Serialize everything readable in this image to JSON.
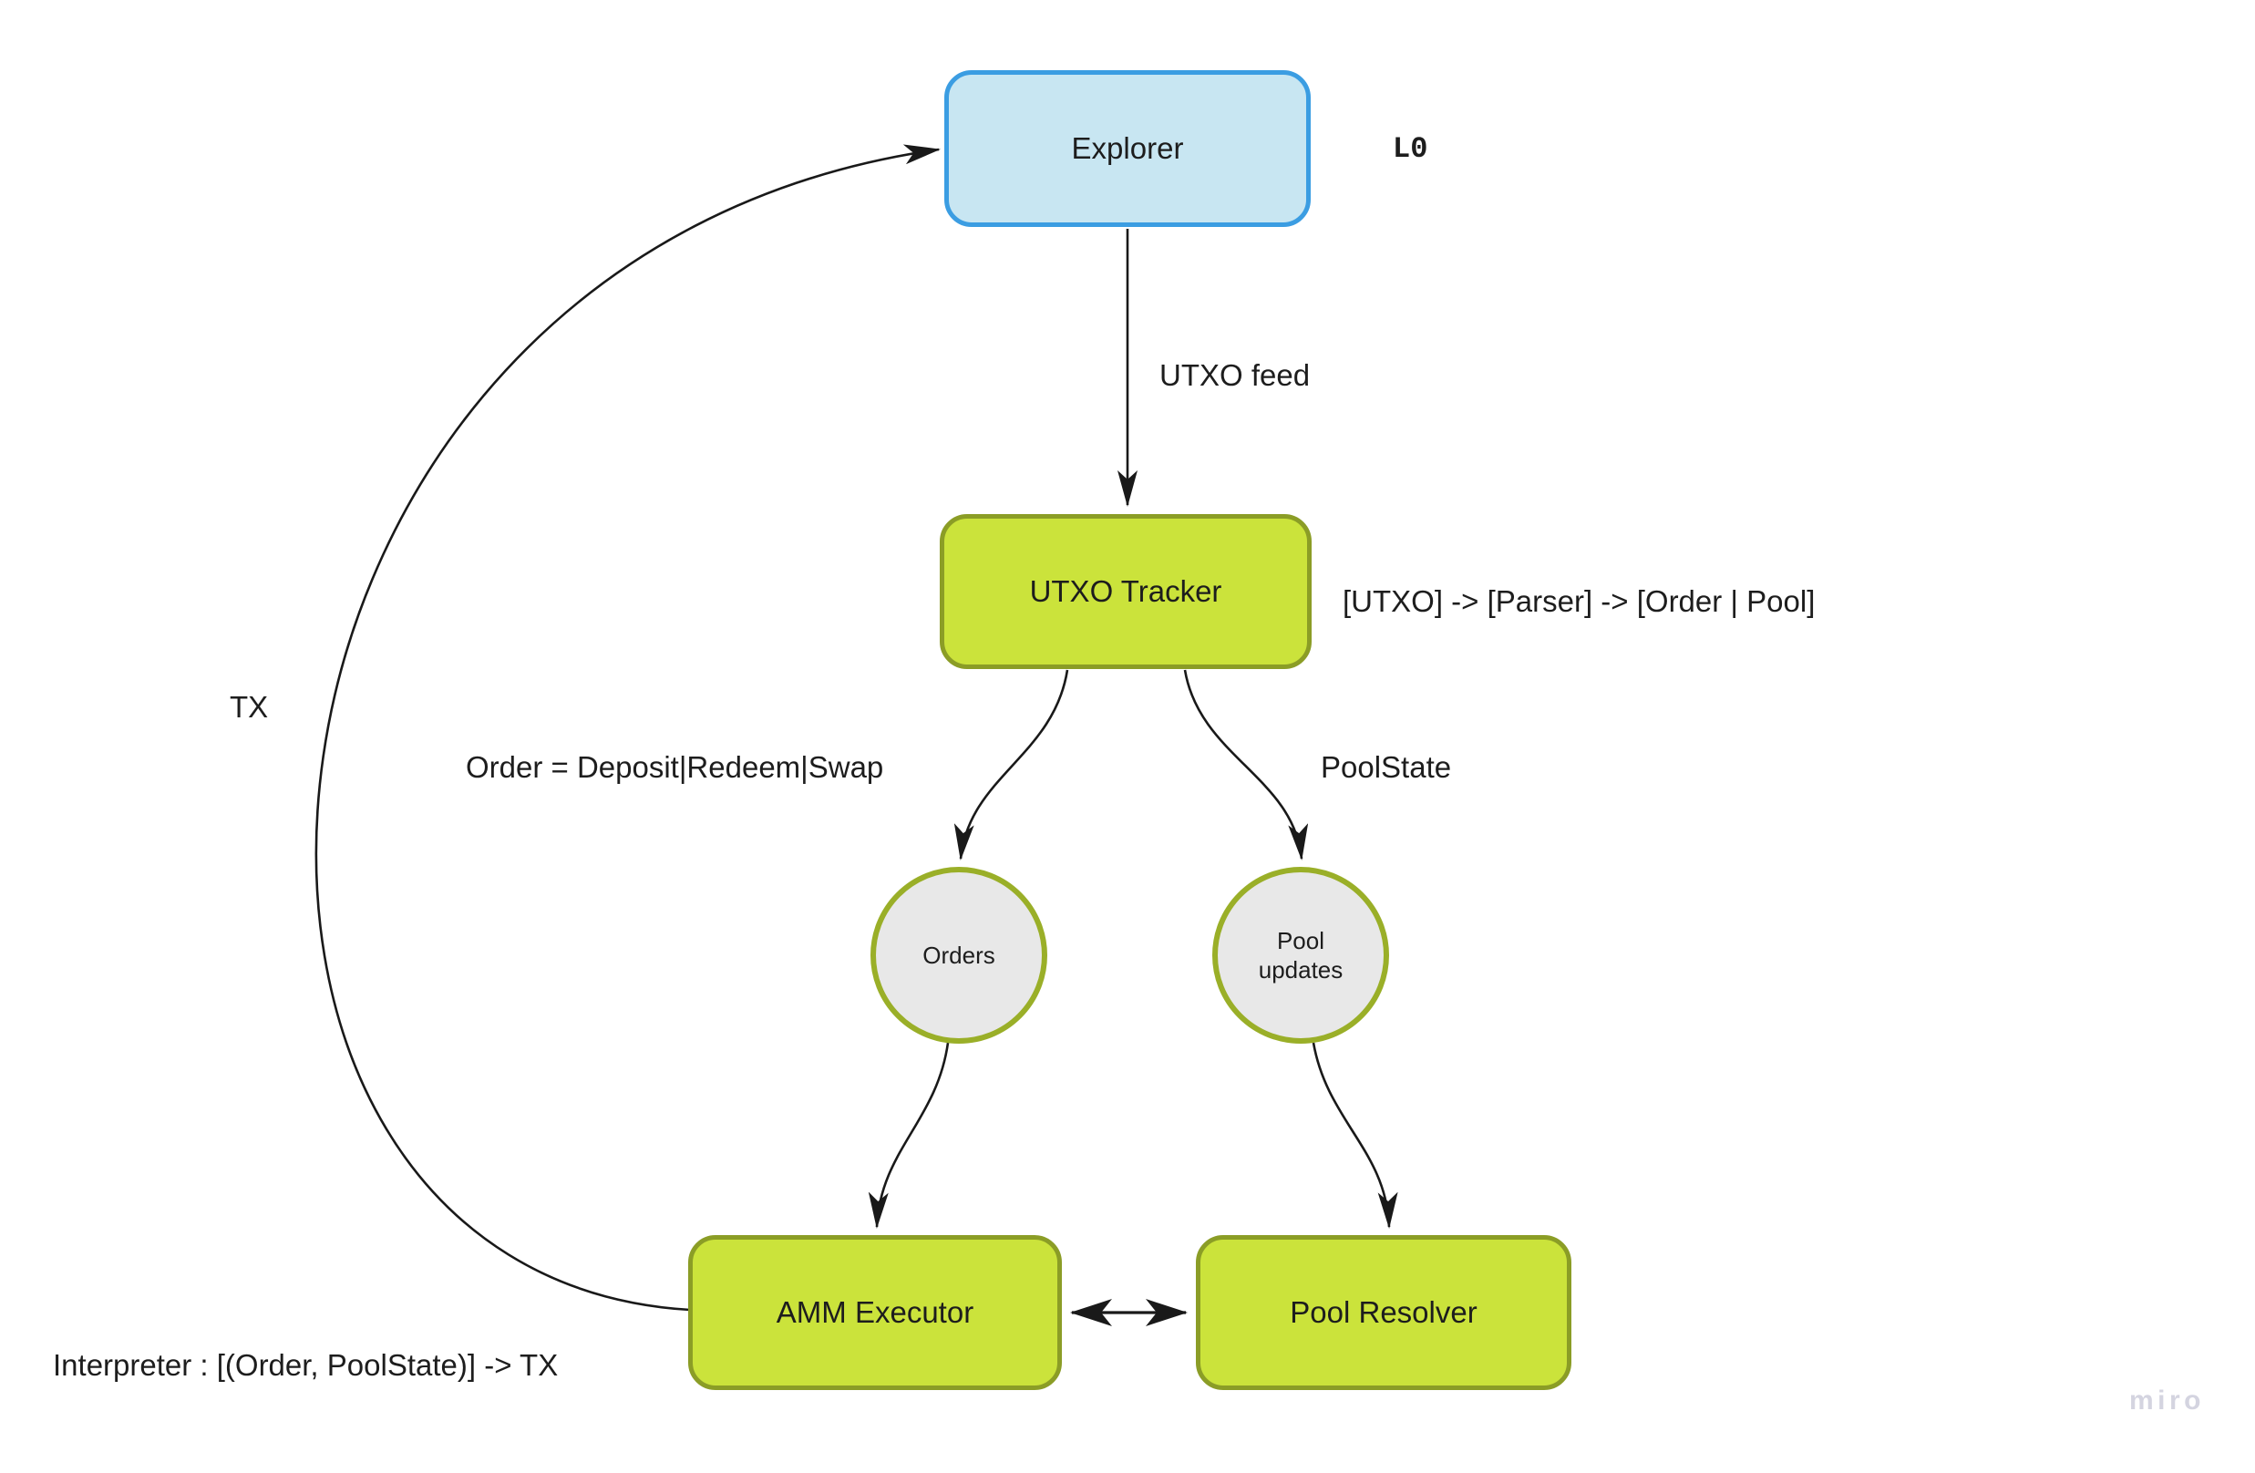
{
  "board": {
    "type": "miro-flowchart",
    "watermark": "miro"
  },
  "nodes": {
    "explorer": {
      "label": "Explorer",
      "shape": "rounded-rectangle"
    },
    "utxo_tracker": {
      "label": "UTXO Tracker",
      "shape": "rounded-rectangle"
    },
    "orders": {
      "label": "Orders",
      "shape": "circle"
    },
    "pool_updates": {
      "label": "Pool updates",
      "shape": "circle"
    },
    "amm_executor": {
      "label": "AMM Executor",
      "shape": "rounded-rectangle"
    },
    "pool_resolver": {
      "label": "Pool Resolver",
      "shape": "rounded-rectangle"
    }
  },
  "annotations": {
    "l0": "L0",
    "utxo_feed": "UTXO feed",
    "parser_pipeline": "[UTXO] -> [Parser] -> [Order | Pool]",
    "order_definition": "Order = Deposit|Redeem|Swap",
    "pool_state": "PoolState",
    "tx": "TX",
    "interpreter_signature": "Interpreter : [(Order, PoolState)] -> TX"
  },
  "edges": [
    {
      "from": "explorer",
      "to": "utxo_tracker",
      "label": "UTXO feed",
      "direction": "one-way"
    },
    {
      "from": "utxo_tracker",
      "to": "orders",
      "label": "Order = Deposit|Redeem|Swap",
      "direction": "one-way"
    },
    {
      "from": "utxo_tracker",
      "to": "pool_updates",
      "label": "PoolState",
      "direction": "one-way"
    },
    {
      "from": "orders",
      "to": "amm_executor",
      "direction": "one-way"
    },
    {
      "from": "pool_updates",
      "to": "pool_resolver",
      "direction": "one-way"
    },
    {
      "from": "amm_executor",
      "to": "pool_resolver",
      "direction": "two-way"
    },
    {
      "from": "amm_executor",
      "to": "explorer",
      "label": "TX",
      "direction": "one-way"
    }
  ],
  "colors": {
    "explorer_fill": "#C8E6F2",
    "explorer_border": "#3B9DE2",
    "green_fill": "#CBE33B",
    "green_border": "#8B9D26",
    "circle_fill": "#E8E8E8",
    "circle_border": "#9AAF28",
    "connector_stroke": "#191919",
    "text_color": "#1D1D1D",
    "watermark_color": "#D4D4E0"
  }
}
